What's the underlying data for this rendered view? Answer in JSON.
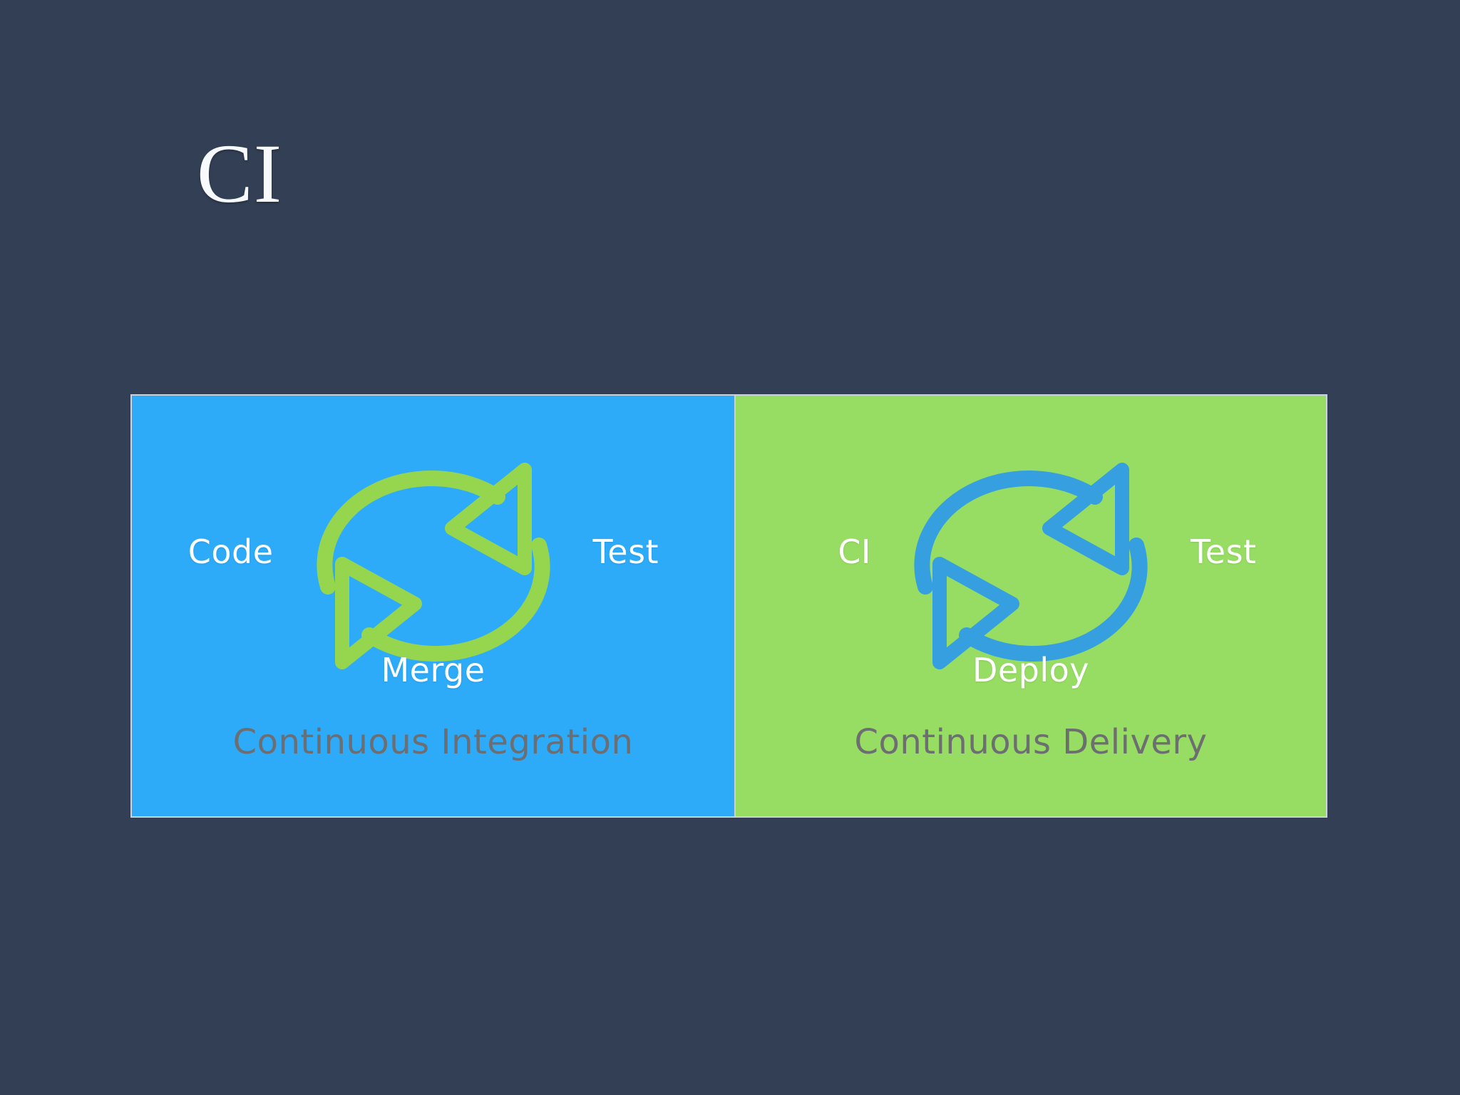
{
  "slide": {
    "title": "CI",
    "background_color": "#333f54"
  },
  "figure": {
    "border_color": "#c9d2dd",
    "panels": [
      {
        "id": "continuous-integration",
        "background_color": "#2dabf9",
        "accent_color": "#96d54e",
        "caption": "Continuous Integration",
        "caption_color": "#6d6e71",
        "label_color": "#ffffff",
        "nodes": {
          "left": "Code",
          "right": "Test",
          "bottom": "Merge"
        }
      },
      {
        "id": "continuous-delivery",
        "background_color": "#97dd63",
        "accent_color": "#359fe0",
        "caption": "Continuous Delivery",
        "caption_color": "#6d6e71",
        "label_color": "#ffffff",
        "nodes": {
          "left": "CI",
          "right": "Test",
          "bottom": "Deploy"
        }
      }
    ]
  }
}
